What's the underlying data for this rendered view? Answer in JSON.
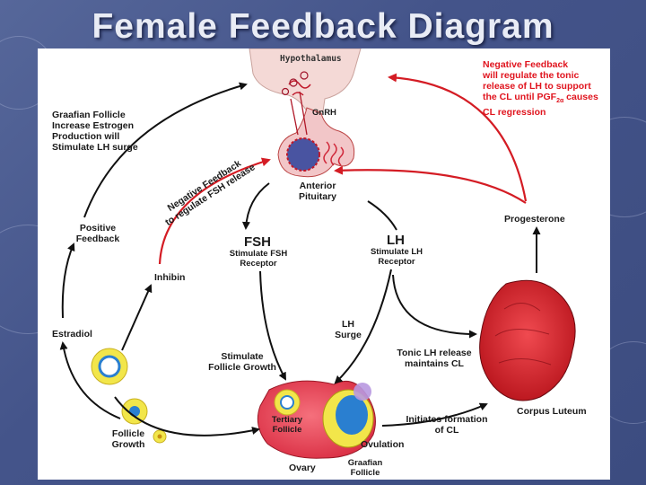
{
  "title": "Female Feedback Diagram",
  "labels": {
    "hypothalamus": "Hypothalamus",
    "gnrh": "GnRH",
    "anterior_pituitary": [
      "Anterior",
      "Pituitary"
    ],
    "fsh": "FSH",
    "fsh_sub": [
      "Stimulate FSH",
      "Receptor"
    ],
    "lh": "LH",
    "lh_sub": [
      "Stimulate LH",
      "Receptor"
    ],
    "graafian_note": [
      "Graafian Follicle",
      "Increase Estrogen",
      "Production will",
      "Stimulate LH surge"
    ],
    "negative_feedback_fsh": [
      "Negative Feedback",
      "to regulate FSH release"
    ],
    "positive_feedback": [
      "Positive",
      "Feedback"
    ],
    "inhibin": "Inhibin",
    "estradiol": "Estradiol",
    "lh_surge": [
      "LH",
      "Surge"
    ],
    "stimulate_follicle": [
      "Stimulate",
      "Follicle Growth"
    ],
    "tonic_lh": [
      "Tonic LH release",
      "maintains CL"
    ],
    "progesterone": "Progesterone",
    "negative_feedback_tonic": [
      "Negative Feedback",
      "will regulate the tonic",
      "release of LH to support",
      "the CL until PGF",
      "2α",
      " causes",
      "CL regression"
    ],
    "corpus_luteum": "Corpus Luteum",
    "initiates_cl": [
      "Initiates formation",
      "of CL"
    ],
    "ovulation": "Ovulation",
    "tertiary_follicle": [
      "Tertiary",
      "Follicle"
    ],
    "ovary": "Ovary",
    "graafian_follicle": [
      "Graafian",
      "Follicle"
    ],
    "follicle_growth": [
      "Follicle",
      "Growth"
    ]
  },
  "colors": {
    "slide_bg": "#4a5a8c",
    "title_text": "#e9ecf5",
    "arrow_black": "#111111",
    "arrow_red": "#d41c24",
    "red_text": "#e0141e",
    "corpus_luteum": "#d8202a",
    "ovary": "#e8364a",
    "follicle_yellow": "#f2e64a",
    "follicle_blue": "#2a7fd0"
  }
}
